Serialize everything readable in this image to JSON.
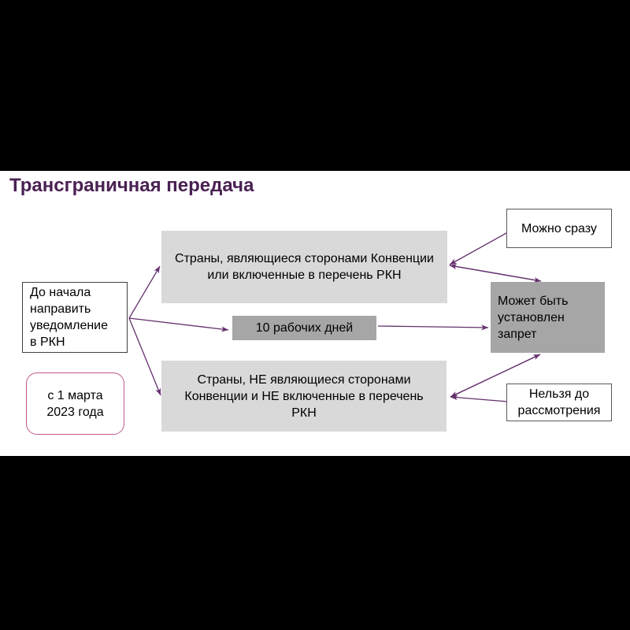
{
  "title": "Трансграничная передача",
  "nodes": {
    "start": {
      "label": "До начала\nнаправить\nуведомление\nв РКН"
    },
    "date_note": {
      "label": "с 1 марта\n2023 года"
    },
    "countries_in": {
      "label": "Страны, являющиеся сторонами Конвенции\nили включенные в перечень РКН"
    },
    "waiting": {
      "label": "10 рабочих дней"
    },
    "countries_out": {
      "label": "Страны, НЕ являющиеся сторонами\nКонвенции и НЕ включенные в перечень\nРКН"
    },
    "ban": {
      "label": "Может быть\nустановлен\nзапрет"
    },
    "allowed": {
      "label": "Можно сразу"
    },
    "not_allowed": {
      "label": "Нельзя до\nрассмотрения"
    }
  },
  "colors": {
    "title_text": "#4a2153",
    "arrow": "#65306e",
    "light_gray_fill": "#d9d9d9",
    "medium_gray_fill": "#a6a6a6",
    "note_border": "#bf5b8d",
    "box_border": "#595959"
  },
  "connections": [
    {
      "from": "start",
      "to": "countries_in"
    },
    {
      "from": "start",
      "to": "waiting"
    },
    {
      "from": "start",
      "to": "countries_out"
    },
    {
      "from": "waiting",
      "to": "ban"
    },
    {
      "from": "allowed",
      "to": "countries_in"
    },
    {
      "from": "countries_in",
      "to": "ban",
      "bidirectional": true
    },
    {
      "from": "not_allowed",
      "to": "countries_out"
    },
    {
      "from": "countries_out",
      "to": "ban",
      "bidirectional": true
    }
  ]
}
